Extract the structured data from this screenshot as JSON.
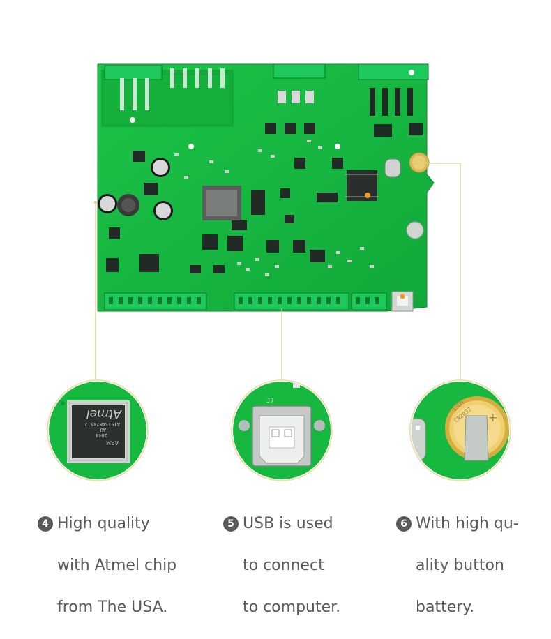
{
  "callouts": [
    {
      "number": "4",
      "lines": [
        "High quality",
        "with Atmel chip",
        "from The USA."
      ]
    },
    {
      "number": "5",
      "lines": [
        "USB is used",
        "to connect",
        "to computer."
      ]
    },
    {
      "number": "6",
      "lines": [
        "With high qu-",
        "ality button",
        "battery."
      ]
    }
  ],
  "chip": {
    "brand": "Atmel",
    "model": "AT91SAM7X512",
    "sub": "AU",
    "code": "2048",
    "arm": "ARM"
  },
  "usb": {
    "label": "J7"
  },
  "battery": {
    "label": "Lith",
    "sub": "CR2032"
  },
  "colors": {
    "pcb": "#17b83f",
    "pcb_dark": "#0f9a33",
    "accent_line": "#e2c78e",
    "highlight_dot": "#f39a2b",
    "text": "#5a5a5a"
  }
}
